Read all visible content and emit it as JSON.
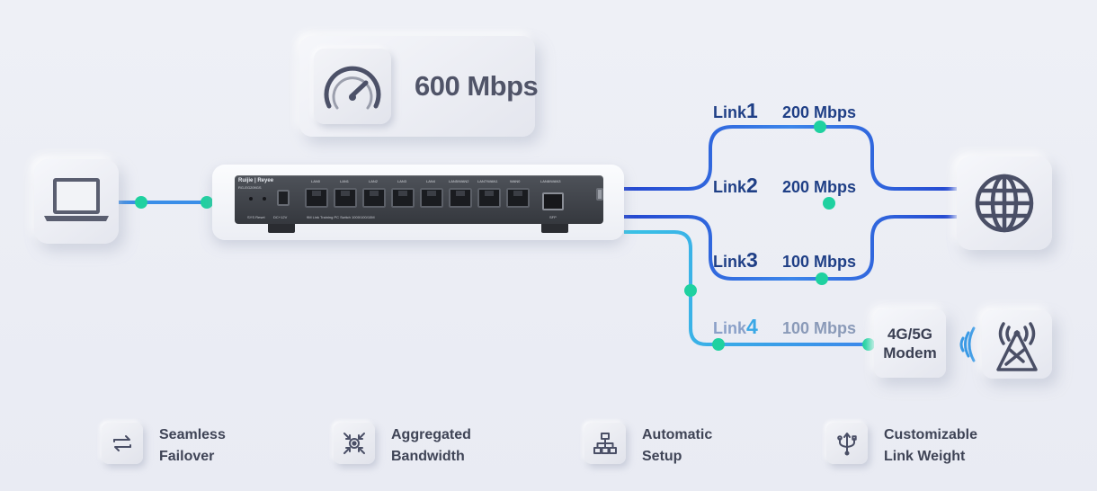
{
  "speed": {
    "value": "600 Mbps"
  },
  "links": [
    {
      "label": "Link",
      "number": "1",
      "speed": "200 Mbps"
    },
    {
      "label": "Link",
      "number": "2",
      "speed": "200 Mbps"
    },
    {
      "label": "Link",
      "number": "3",
      "speed": "100 Mbps"
    },
    {
      "label": "Link",
      "number": "4",
      "speed": "100 Mbps"
    }
  ],
  "modem": {
    "line1": "4G/5G",
    "line2": "Modem"
  },
  "router": {
    "brand": "Ruijie | Reyee",
    "model": "RG-EG209GS",
    "ports": [
      "LAN0",
      "LAN1",
      "LAN2",
      "LAN3",
      "LAN4",
      "LAN5/WAN2",
      "LAN7/WAN1",
      "WAN0"
    ],
    "sfp_label": "LAN8/WAN3",
    "sys_reset": "SYS  Reset",
    "dc_label": "DC+12V",
    "ports_caption": "9M Link Training  PC Switch  1000/100/10M",
    "sfp_caption": "SFP"
  },
  "features": [
    {
      "line1": "Seamless",
      "line2": "Failover",
      "icon": "failover-arrows-icon"
    },
    {
      "line1": "Aggregated",
      "line2": "Bandwidth",
      "icon": "aggregate-icon"
    },
    {
      "line1": "Automatic",
      "line2": "Setup",
      "icon": "hierarchy-icon"
    },
    {
      "line1": "Customizable",
      "line2": "Link Weight",
      "icon": "trident-icon"
    }
  ],
  "colors": {
    "link_dark": "#2b52d6",
    "link_mid": "#4287e8",
    "link_light": "#3ab8e4",
    "node": "#1fd1a0",
    "text_dark": "#1f3f86",
    "text_faded": "#6f8ab4"
  }
}
